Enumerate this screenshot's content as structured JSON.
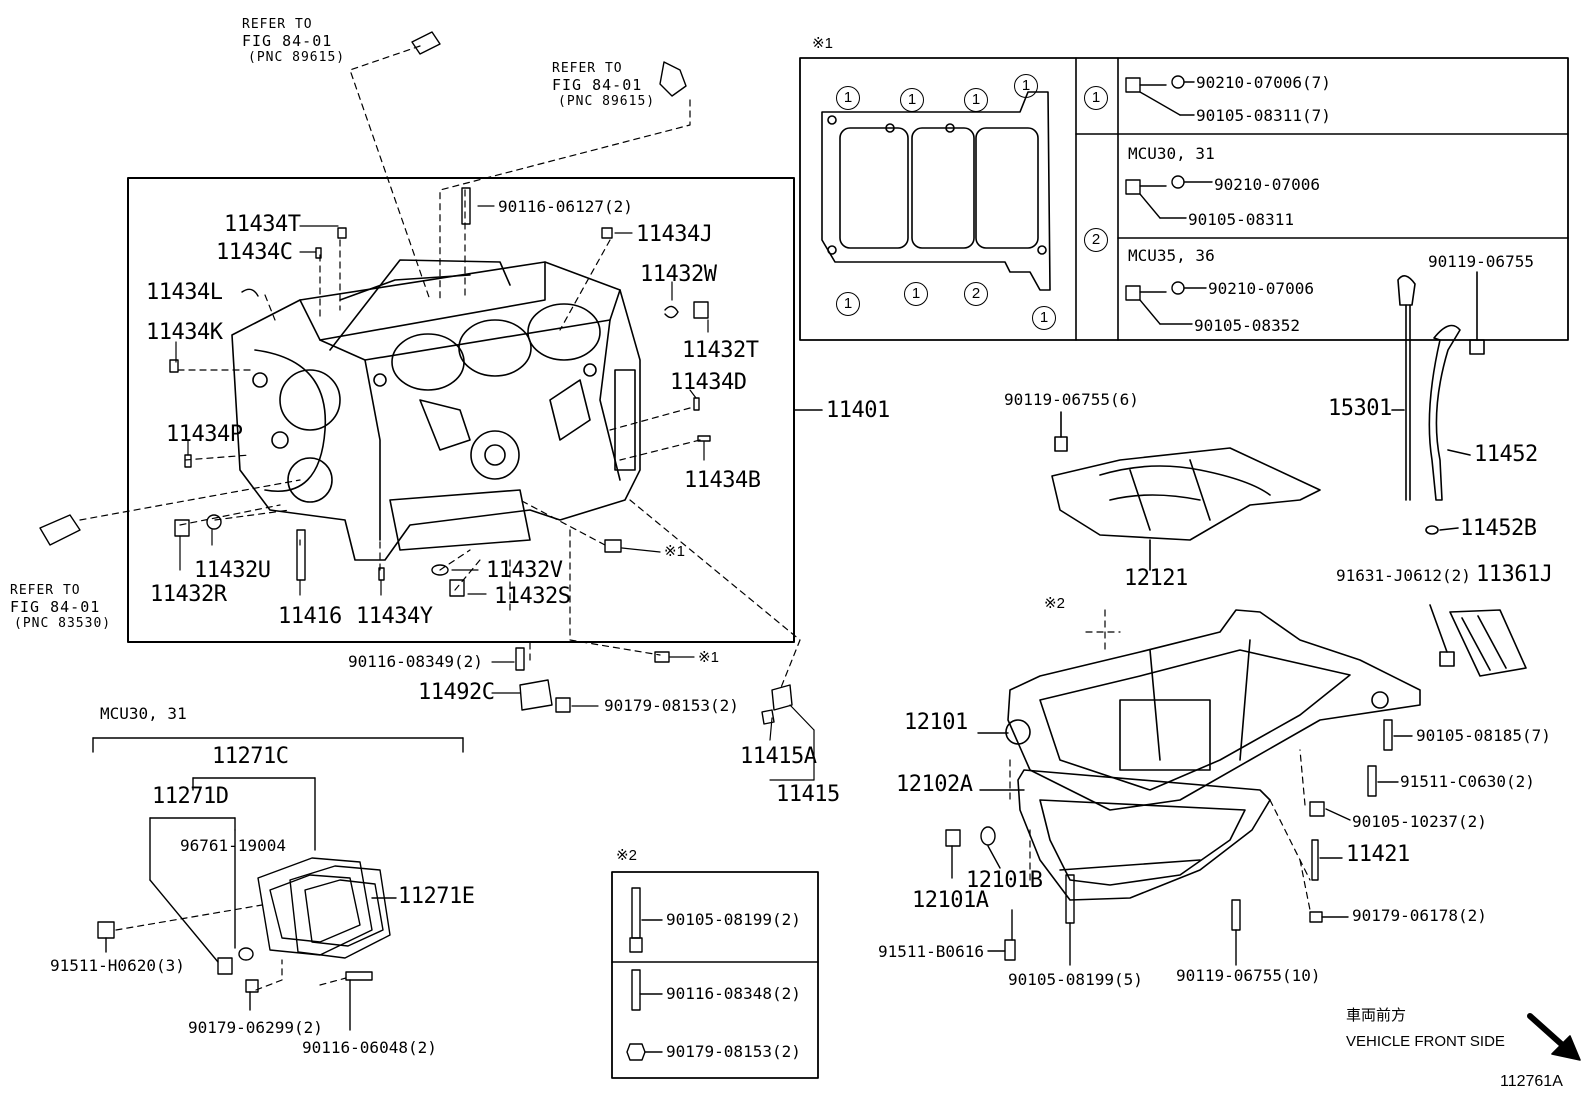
{
  "refs": {
    "top_left": [
      "REFER TO",
      "FIG 84-01",
      "(PNC 89615)"
    ],
    "top_mid": [
      "REFER TO",
      "FIG 84-01",
      "(PNC 89615)"
    ],
    "left": [
      "REFER TO",
      "FIG 84-01",
      "(PNC 83530)"
    ]
  },
  "block_parts": {
    "p90116_06127": "90116-06127(2)",
    "p11434T": "11434T",
    "p11434C": "11434C",
    "p11434J": "11434J",
    "p11434L": "11434L",
    "p11432W": "11432W",
    "p11434K": "11434K",
    "p11432T": "11432T",
    "p11434D": "11434D",
    "p11401": "11401",
    "p11434P": "11434P",
    "p11434B": "11434B",
    "p11432U": "11432U",
    "p11432R": "11432R",
    "p11432V": "11432V",
    "p11432S": "11432S",
    "p11416": "11416",
    "p11434Y": "11434Y",
    "p90116_08349": "90116-08349(2)",
    "p11492C": "11492C",
    "p90179_08153": "90179-08153(2)",
    "p11415A": "11415A",
    "p11415": "11415",
    "ref1a": "※1",
    "ref1b": "※1"
  },
  "table1": {
    "title": "※1",
    "row1_bolt": "90210-07006(7)",
    "row1_washer": "90105-08311(7)",
    "row2_model_a": "MCU30, 31",
    "row2_bolt_a": "90210-07006",
    "row2_washer_a": "90105-08311",
    "row2_model_b": "MCU35, 36",
    "row2_bolt_b": "90210-07006",
    "row2_washer_b": "90105-08352",
    "key1": "1",
    "key2": "2"
  },
  "pan_parts": {
    "p90119_06755_top": "90119-06755",
    "p15301": "15301",
    "p11452": "11452",
    "p11452B": "11452B",
    "p90119_06755_6": "90119-06755(6)",
    "p12121": "12121",
    "p91631_J0612": "91631-J0612(2)",
    "p11361J": "11361J",
    "ref2": "※2",
    "p12101": "12101",
    "p90105_08185": "90105-08185(7)",
    "p12102A": "12102A",
    "p91511_C0630": "91511-C0630(2)",
    "p90105_10237": "90105-10237(2)",
    "p11421": "11421",
    "p12101B": "12101B",
    "p12101A": "12101A",
    "p90179_06178": "90179-06178(2)",
    "p91511_B0616": "91511-B0616",
    "p90105_08199_5": "90105-08199(5)",
    "p90119_06755_10": "90119-06755(10)"
  },
  "mcu_parts": {
    "model": "MCU30, 31",
    "p11271C": "11271C",
    "p11271D": "11271D",
    "p96761_19004": "96761-19004",
    "p11271E": "11271E",
    "p91511_H0620": "91511-H0620(3)",
    "p90179_06299": "90179-06299(2)",
    "p90116_06048": "90116-06048(2)"
  },
  "table2": {
    "title": "※2",
    "p90105_08199": "90105-08199(2)",
    "p90116_08348": "90116-08348(2)",
    "p90179_08153": "90179-08153(2)"
  },
  "footer": {
    "front_jp": "車両前方",
    "front_en": "VEHICLE FRONT SIDE",
    "figure_id": "112761A"
  }
}
